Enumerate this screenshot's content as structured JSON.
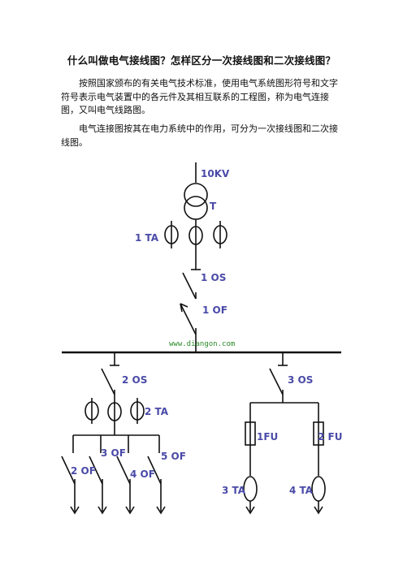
{
  "document": {
    "title": "什么叫做电气接线图？怎样区分一次接线图和二次接线图？",
    "paragraphs": [
      "按照国家颁布的有关电气技术标准，使用电气系统图形符号和文字符号表示电气装置中的各元件及其相互联系的工程图，称为电气连接图，又叫电气线路图。",
      "电气连接图按其在电力系统中的作用，可分为一次接线图和二次接线图。"
    ]
  },
  "diagram": {
    "labels": {
      "voltage": "10KV",
      "transformer": "T",
      "ct_main": "1 TA",
      "switch_1os": "1 OS",
      "breaker_1of": "1 OF",
      "switch_2os": "2 OS",
      "ct_2ta": "2 TA",
      "switch_3os": "3 OS",
      "fuse_1fu": "1FU",
      "fuse_2fu": "2 FU",
      "breaker_2of": "2 OF",
      "breaker_3of": "3 OF",
      "breaker_4of": "4 OF",
      "breaker_5of": "5 OF",
      "ct_3ta": "3 TA",
      "ct_4ta": "4 TA"
    },
    "watermark": "www.diangon.com",
    "colors": {
      "label": "#4a4aa8",
      "watermark": "#2a8a2a",
      "line": "#111111"
    }
  }
}
